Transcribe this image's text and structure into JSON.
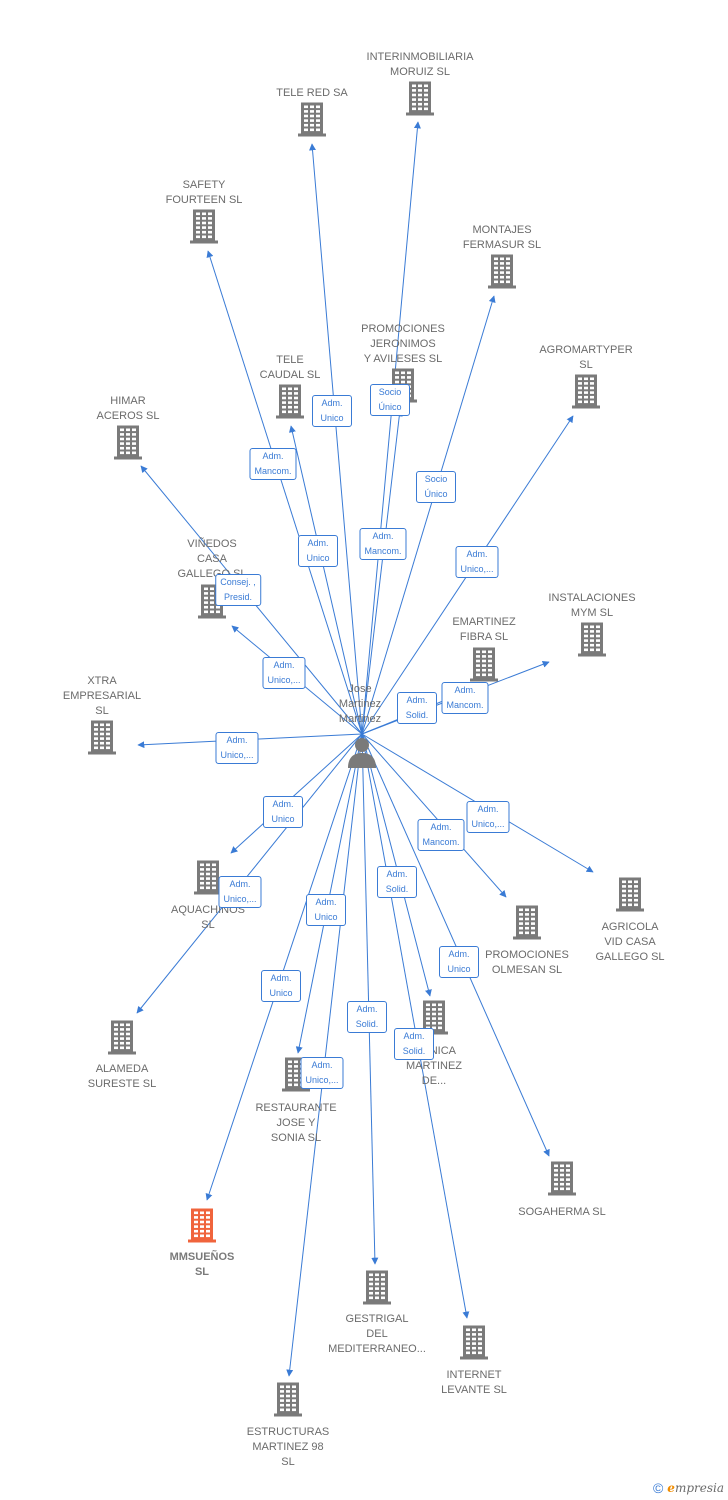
{
  "center": {
    "label": "Jose\nMartinez\nMartinez"
  },
  "colors": {
    "edge": "#3a7bd5",
    "building": "#7a7a7a",
    "building_highlight": "#f0643c",
    "person": "#7a7a7a"
  },
  "companies": [
    {
      "id": "interinmobiliaria",
      "label": "INTERINMOBILIARIA\nMORUIZ SL"
    },
    {
      "id": "telered",
      "label": "TELE RED SA"
    },
    {
      "id": "safety",
      "label": "SAFETY\nFOURTEEN SL"
    },
    {
      "id": "montajes",
      "label": "MONTAJES\nFERMASUR  SL"
    },
    {
      "id": "promociones-jeronimos",
      "label": "PROMOCIONES\nJERONIMOS\nY AVILESES  SL"
    },
    {
      "id": "agromartyper",
      "label": "AGROMARTYPER\nSL"
    },
    {
      "id": "telecaudal",
      "label": "TELE\nCAUDAL  SL"
    },
    {
      "id": "himar",
      "label": "HIMAR\nACEROS  SL"
    },
    {
      "id": "vinedos",
      "label": "VIÑEDOS\nCASA\nGALLEGO  SL"
    },
    {
      "id": "instalaciones",
      "label": "INSTALACIONES\nMYM  SL"
    },
    {
      "id": "emartinez",
      "label": "EMARTINEZ\nFIBRA  SL"
    },
    {
      "id": "xtra",
      "label": "XTRA\nEMPRESARIAL\nSL"
    },
    {
      "id": "aquachinos",
      "label": "AQUACHINOS\nSL"
    },
    {
      "id": "agricola",
      "label": "AGRICOLA\nVID CASA\nGALLEGO  SL"
    },
    {
      "id": "promociones-olmesan",
      "label": "PROMOCIONES\nOLMESAN  SL"
    },
    {
      "id": "alameda",
      "label": "ALAMEDA\nSURESTE  SL"
    },
    {
      "id": "monica",
      "label": "MONICA\nMARTINEZ\nDE..."
    },
    {
      "id": "restaurante",
      "label": "RESTAURANTE\nJOSE Y\nSONIA SL"
    },
    {
      "id": "sogaherma",
      "label": "SOGAHERMA SL"
    },
    {
      "id": "mmsuenos",
      "label": "MMSUEÑOS\nSL",
      "highlight": true
    },
    {
      "id": "gestrigal",
      "label": "GESTRIGAL\nDEL\nMEDITERRANEO..."
    },
    {
      "id": "internet",
      "label": "INTERNET\nLEVANTE  SL"
    },
    {
      "id": "estructuras",
      "label": "ESTRUCTURAS\nMARTINEZ 98\nSL"
    }
  ],
  "relations": [
    {
      "target": "interinmobiliaria",
      "label": "Socio\nÚnico"
    },
    {
      "target": "telered",
      "label": "Adm.\nUnico"
    },
    {
      "target": "safety",
      "label": "Adm.\nMancom."
    },
    {
      "target": "montajes",
      "label": "Socio\nÚnico"
    },
    {
      "target": "promociones-jeronimos",
      "label": "Adm.\nMancom."
    },
    {
      "target": "agromartyper",
      "label": "Adm.\nUnico,..."
    },
    {
      "target": "telecaudal",
      "label": "Adm.\nUnico"
    },
    {
      "target": "himar",
      "label": "Consej. ,\nPresid."
    },
    {
      "target": "vinedos",
      "label": "Adm.\nUnico,..."
    },
    {
      "target": "instalaciones",
      "label": "Adm.\nSolid."
    },
    {
      "target": "emartinez",
      "label": "Adm.\nMancom."
    },
    {
      "target": "xtra",
      "label": "Adm.\nUnico,..."
    },
    {
      "target": "aquachinos",
      "label": "Adm.\nUnico"
    },
    {
      "target": "agricola",
      "label": "Adm.\nUnico,..."
    },
    {
      "target": "promociones-olmesan",
      "label": "Adm.\nMancom."
    },
    {
      "target": "alameda",
      "label": "Adm.\nUnico,..."
    },
    {
      "target": "monica",
      "label": "Adm.\nSolid."
    },
    {
      "target": "restaurante",
      "label": "Adm.\nUnico"
    },
    {
      "target": "sogaherma",
      "label": "Adm.\nUnico"
    },
    {
      "target": "mmsuenos",
      "label": "Adm.\nUnico"
    },
    {
      "target": "gestrigal",
      "label": "Adm.\nSolid."
    },
    {
      "target": "internet",
      "label": "Adm.\nSolid."
    },
    {
      "target": "estructuras",
      "label": "Adm.\nUnico,..."
    }
  ],
  "footer": {
    "copyright": "©",
    "brand_initial": "e",
    "brand_rest": "mpresia"
  }
}
